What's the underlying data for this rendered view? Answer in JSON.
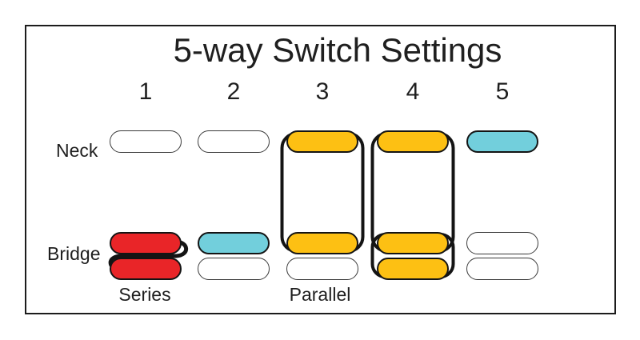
{
  "title": "5-way Switch Settings",
  "row_labels": {
    "neck": "Neck",
    "bridge": "Bridge"
  },
  "wiring_labels": {
    "series": "Series",
    "parallel": "Parallel"
  },
  "colors": {
    "coil_red": "#E92528",
    "coil_cyan": "#72CFDC",
    "coil_orange": "#FDC013",
    "coil_off": "#FFFFFF",
    "wire_ink": "#141414"
  },
  "positions": [
    {
      "number": "1",
      "neck": "#FFFFFF",
      "bridge_top": "#E92528",
      "bridge_bottom": "#E92528",
      "wiring": "series bridge pair"
    },
    {
      "number": "2",
      "neck": "#FFFFFF",
      "bridge_top": "#72CFDC",
      "bridge_bottom": "#FFFFFF",
      "wiring": "bridge single coil"
    },
    {
      "number": "3",
      "neck": "#FDC013",
      "bridge_top": "#FDC013",
      "bridge_bottom": "#FFFFFF",
      "wiring": "neck + bridge parallel"
    },
    {
      "number": "4",
      "neck": "#FDC013",
      "bridge_top": "#FDC013",
      "bridge_bottom": "#FDC013",
      "wiring": "neck + bridge pair parallel"
    },
    {
      "number": "5",
      "neck": "#72CFDC",
      "bridge_top": "#FFFFFF",
      "bridge_bottom": "#FFFFFF",
      "wiring": "neck single coil"
    }
  ]
}
